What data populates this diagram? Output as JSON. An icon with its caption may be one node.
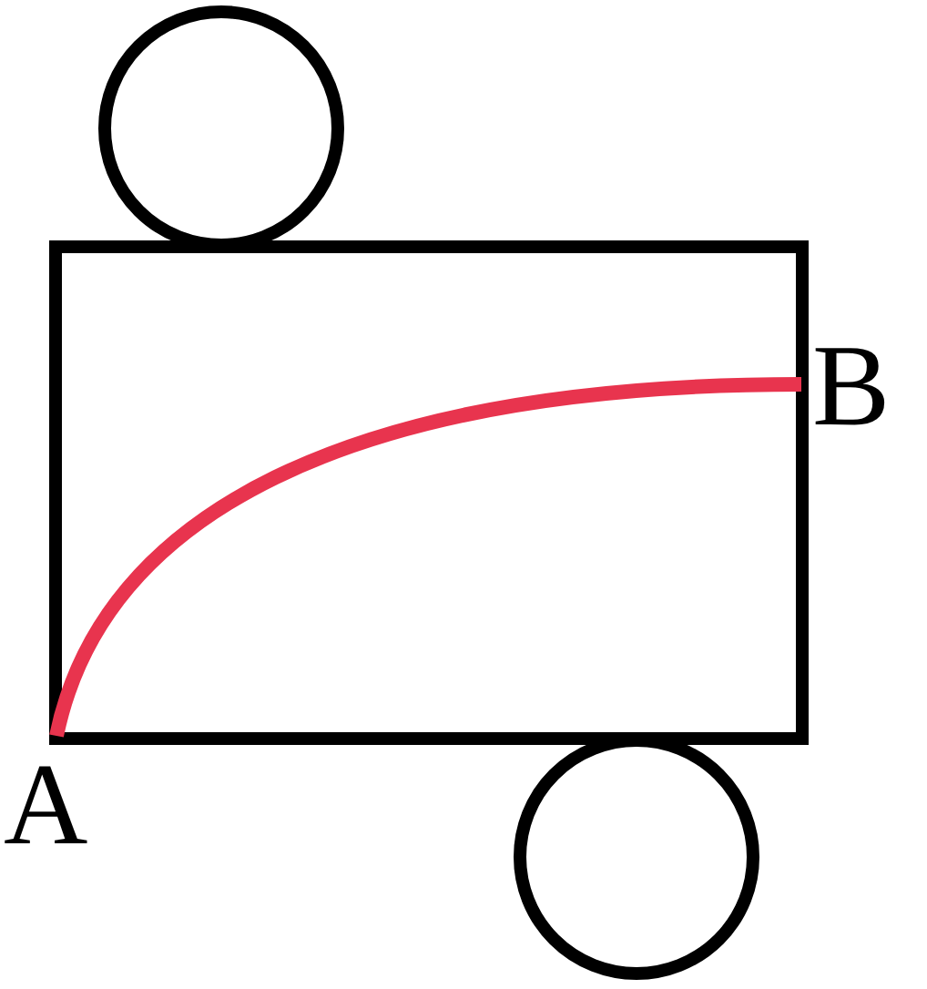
{
  "diagram": {
    "nodes": [
      {
        "text": [],
        "shape": "circle"
      },
      {
        "text": [],
        "shape": "box"
      },
      {
        "text": [],
        "shape": "circle"
      }
    ],
    "labels": [
      "A",
      "B"
    ]
  }
}
